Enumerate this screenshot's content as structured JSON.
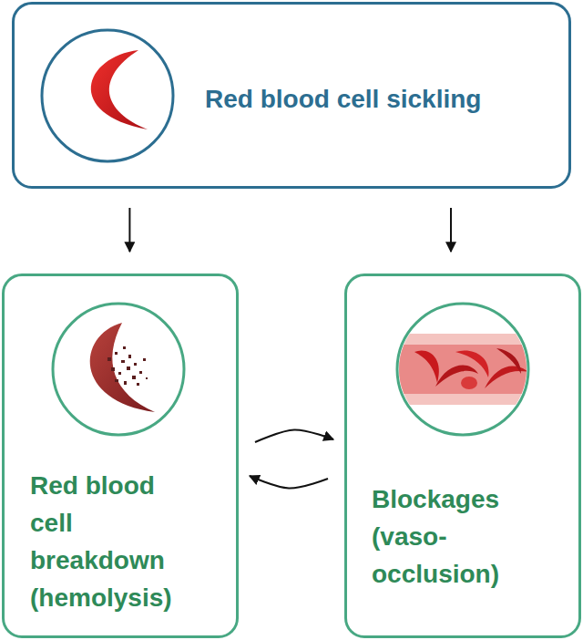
{
  "diagram": {
    "nodes": [
      {
        "text": [
          "Red blood cell sickling"
        ]
      },
      {
        "text": [
          "Red blood cell breakdown (hemolysis)"
        ]
      },
      {
        "text": [
          "Blockages (vaso-occlusion)"
        ]
      }
    ],
    "edges": [
      {
        "from": 0,
        "to": 1,
        "arrow": "to"
      },
      {
        "from": 0,
        "to": 2,
        "arrow": "to"
      },
      {
        "from": 1,
        "to": 2,
        "arrow": "to"
      },
      {
        "from": 2,
        "to": 1,
        "arrow": "to"
      }
    ]
  }
}
